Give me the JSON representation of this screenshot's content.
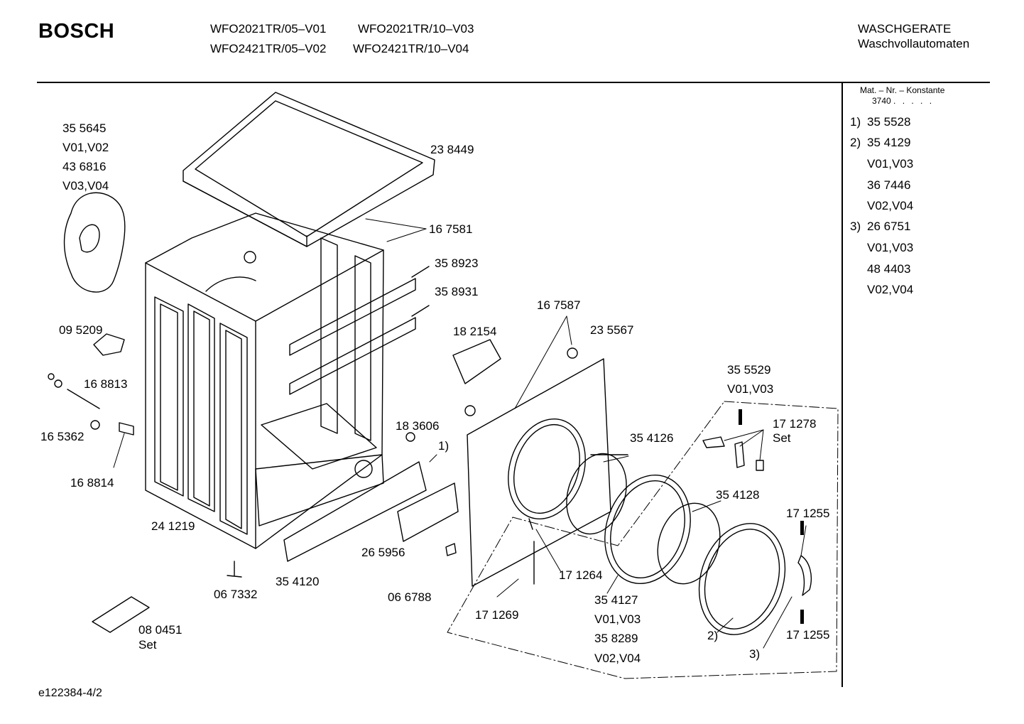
{
  "header": {
    "brand": "BOSCH",
    "models": [
      "WFO2021TR/05–V01",
      "WFO2021TR/10–V03",
      "WFO2421TR/05–V02",
      "WFO2421TR/10–V04"
    ],
    "category": "WASCHGERATE",
    "subcategory": "Waschvollautomaten"
  },
  "sidebar": {
    "mat_title": "Mat. – Nr. – Konstante",
    "mat_value": "3740",
    "mat_dots": ". . . . .",
    "items": [
      {
        "num": "1)",
        "text": "35 5528"
      },
      {
        "num": "2)",
        "text": "35 4129"
      },
      {
        "num": "",
        "text": "V01,V03"
      },
      {
        "num": "",
        "text": "36 7446"
      },
      {
        "num": "",
        "text": "V02,V04"
      },
      {
        "num": "3)",
        "text": "26 6751"
      },
      {
        "num": "",
        "text": "V01,V03"
      },
      {
        "num": "",
        "text": "48 4403"
      },
      {
        "num": "",
        "text": "V02,V04"
      }
    ]
  },
  "labels": [
    "35 5645",
    "V01,V02",
    "43 6816",
    "V03,V04",
    "23 8449",
    "16 7581",
    "35 8923",
    "35 8931",
    "09 5209",
    "16 8813",
    "16 5362",
    "16 8814",
    "16 7587",
    "18 2154",
    "23 5567",
    "18 3606",
    "1)",
    "35 5529",
    "V01,V03",
    "17 1278",
    "Set",
    "35 4126",
    "35 4128",
    "17 1255",
    "24 1219",
    "26 5956",
    "35 4120",
    "06 7332",
    "06 6788",
    "17 1264",
    "35 4127",
    "V01,V03",
    "35 8289",
    "V02,V04",
    "17 1269",
    "2)",
    "3)",
    "17 1255",
    "08 0451",
    "Set"
  ],
  "footer": "e122384-4/2"
}
